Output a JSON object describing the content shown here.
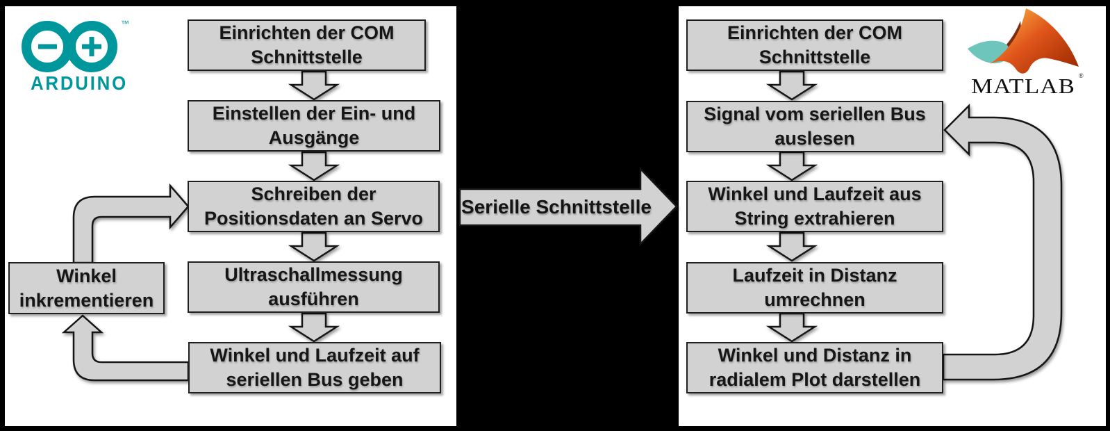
{
  "colors": {
    "background": "#000000",
    "panel": "#ffffff",
    "box_fill": "#d2d2d2",
    "box_border": "#1f1f1f",
    "text": "#161616",
    "arduino_teal": "#00979c",
    "matlab_orange": "#e0551b",
    "matlab_teal": "#6dc5bc"
  },
  "left_panel": {
    "logo": {
      "brand": "Arduino",
      "wordmark": "ARDUINO",
      "trademark": "™"
    },
    "boxes": [
      {
        "line1": "Einrichten der COM",
        "line2": "Schnittstelle"
      },
      {
        "line1": "Einstellen der Ein- und",
        "line2": "Ausgänge"
      },
      {
        "line1": "Schreiben der",
        "line2": "Positionsdaten an Servo"
      },
      {
        "line1": "Ultraschallmessung",
        "line2": "ausführen"
      },
      {
        "line1": "Winkel und Laufzeit auf",
        "line2": "seriellen Bus geben"
      }
    ],
    "loop_box": {
      "line1": "Winkel",
      "line2": "inkrementieren"
    }
  },
  "connector": {
    "label": "Serielle Schnittstelle"
  },
  "right_panel": {
    "logo": {
      "brand": "MATLAB",
      "wordmark": "MATLAB",
      "registered": "®"
    },
    "boxes": [
      {
        "line1": "Einrichten der COM",
        "line2": "Schnittstelle"
      },
      {
        "line1": "Signal vom seriellen Bus",
        "line2": "auslesen"
      },
      {
        "line1": "Winkel und Laufzeit aus",
        "line2": "String extrahieren"
      },
      {
        "line1": "Laufzeit in Distanz",
        "line2": "umrechnen"
      },
      {
        "line1": "Winkel und Distanz in",
        "line2": "radialem Plot darstellen"
      }
    ]
  }
}
